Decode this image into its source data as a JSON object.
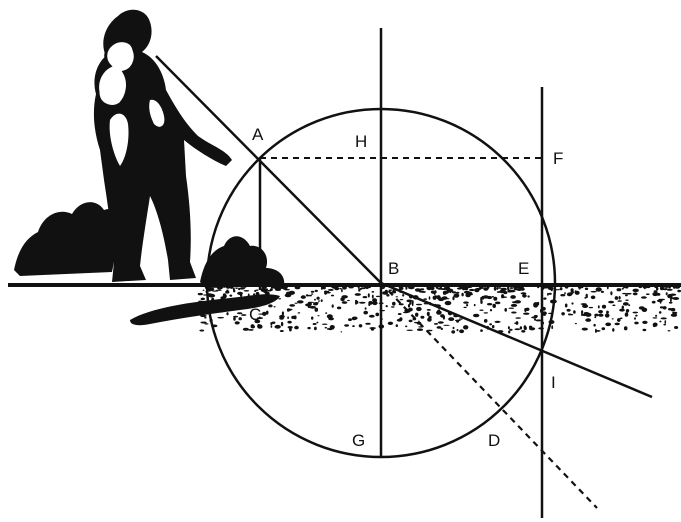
{
  "diagram": {
    "labels": {
      "A": "A",
      "B": "B",
      "C": "C",
      "D": "D",
      "E": "E",
      "F": "F",
      "G": "G",
      "H": "H",
      "I": "I"
    },
    "figure": "person-with-child-illustration",
    "ground": "textured-soil-surface",
    "colors": {
      "ink": "#111111",
      "background": "#ffffff"
    }
  }
}
